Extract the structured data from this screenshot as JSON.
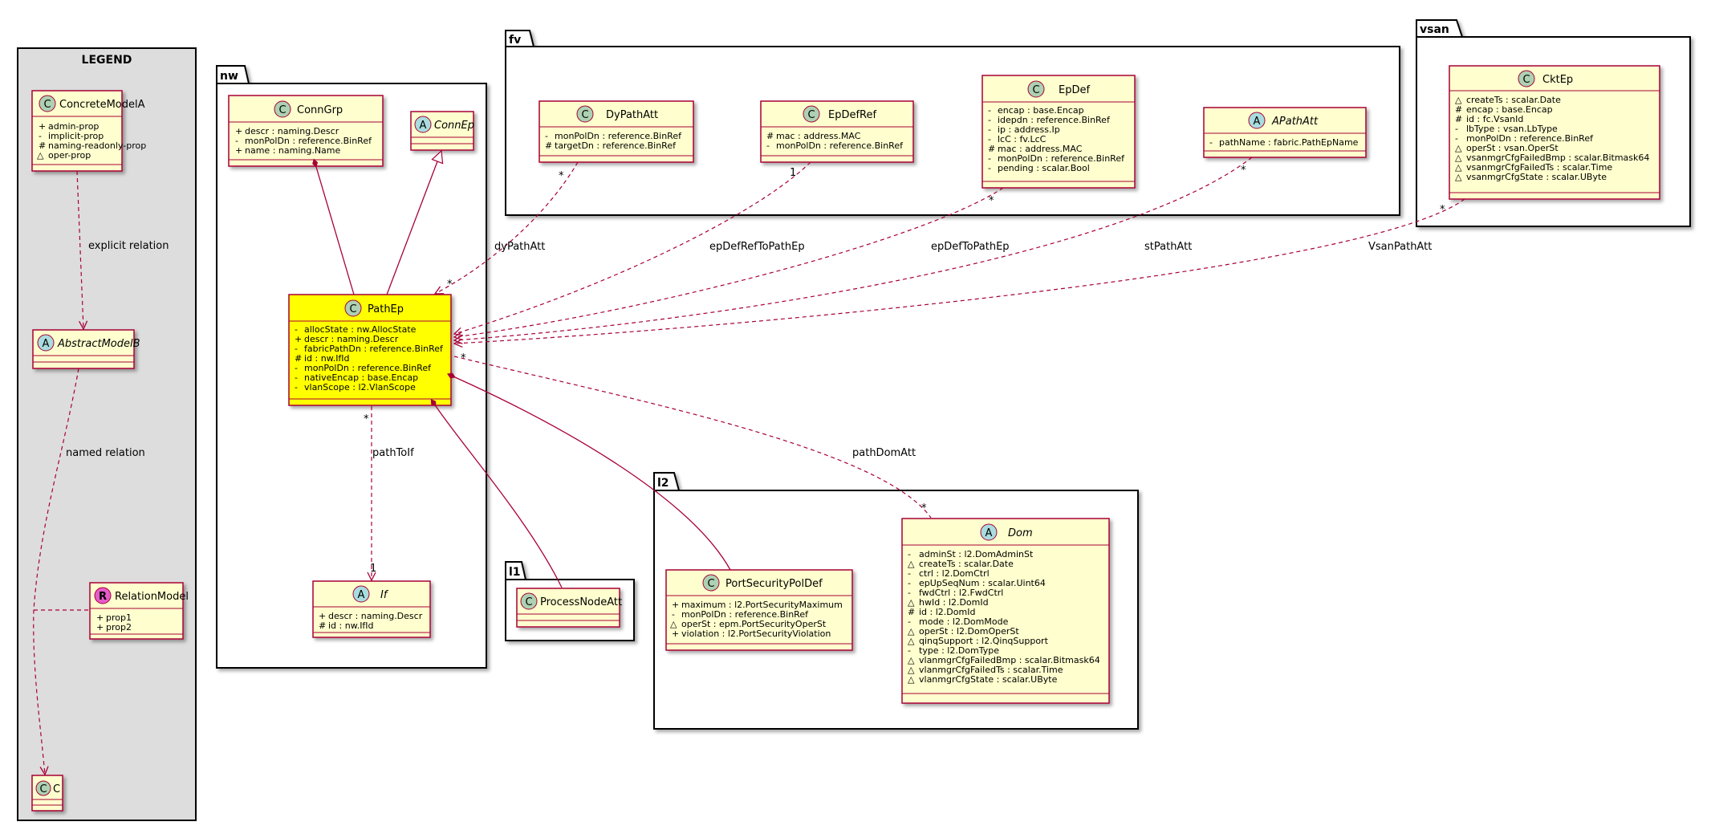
{
  "colors": {
    "border": "#a80036",
    "class_fill": "#fefece",
    "highlight_fill": "#ffff00",
    "legend_fill": "#dddddd",
    "circle_c": "#add1b2",
    "circle_a": "#a9dcdf",
    "circle_r": "#e55bc9"
  },
  "legend": {
    "title": "LEGEND",
    "concrete": {
      "name": "ConcreteModelA",
      "stereo": "C",
      "attrs": [
        "admin-prop",
        "implicit-prop",
        "naming-readonly-prop",
        "oper-prop"
      ],
      "vis": [
        "+",
        "-",
        "#",
        "△"
      ]
    },
    "abstract": {
      "name": "AbstractModelB",
      "stereo": "A"
    },
    "relation_model": {
      "name": "RelationModel",
      "stereo": "R",
      "attrs": [
        "prop1",
        "prop2"
      ],
      "vis": [
        "+",
        "+"
      ]
    },
    "c": {
      "name": "C",
      "stereo": "C"
    },
    "explicit_label": "explicit relation",
    "named_label": "named relation"
  },
  "packages": {
    "nw": "nw",
    "fv": "fv",
    "vsan": "vsan",
    "l1": "l1",
    "l2": "l2"
  },
  "classes": {
    "conngrp": {
      "name": "ConnGrp",
      "stereo": "C",
      "vis": [
        "+",
        "-",
        "+"
      ],
      "attrs": [
        "descr : naming.Descr",
        "monPolDn : reference.BinRef",
        "name : naming.Name"
      ]
    },
    "connep": {
      "name": "ConnEp",
      "stereo": "A"
    },
    "pathep": {
      "name": "PathEp",
      "stereo": "C",
      "vis": [
        "-",
        "+",
        "-",
        "#",
        "-",
        "-",
        "-"
      ],
      "attrs": [
        "allocState : nw.AllocState",
        "descr : naming.Descr",
        "fabricPathDn : reference.BinRef",
        "id : nw.IfId",
        "monPolDn : reference.BinRef",
        "nativeEncap : base.Encap",
        "vlanScope : l2.VlanScope"
      ]
    },
    "if": {
      "name": "If",
      "stereo": "A",
      "vis": [
        "+",
        "#"
      ],
      "attrs": [
        "descr : naming.Descr",
        "id : nw.IfId"
      ]
    },
    "dypathatt": {
      "name": "DyPathAtt",
      "stereo": "C",
      "vis": [
        "-",
        "#"
      ],
      "attrs": [
        "monPolDn : reference.BinRef",
        "targetDn : reference.BinRef"
      ]
    },
    "epdefref": {
      "name": "EpDefRef",
      "stereo": "C",
      "vis": [
        "#",
        "-"
      ],
      "attrs": [
        "mac : address.MAC",
        "monPolDn : reference.BinRef"
      ]
    },
    "epdef": {
      "name": "EpDef",
      "stereo": "C",
      "vis": [
        "-",
        "-",
        "-",
        "-",
        "#",
        "-",
        "-"
      ],
      "attrs": [
        "encap : base.Encap",
        "idepdn : reference.BinRef",
        "ip : address.Ip",
        "lcC : fv.LcC",
        "mac : address.MAC",
        "monPolDn : reference.BinRef",
        "pending : scalar.Bool"
      ]
    },
    "apathatt": {
      "name": "APathAtt",
      "stereo": "A",
      "vis": [
        "-"
      ],
      "attrs": [
        "pathName : fabric.PathEpName"
      ]
    },
    "cktep": {
      "name": "CktEp",
      "stereo": "C",
      "vis": [
        "△",
        "#",
        "#",
        "-",
        "-",
        "△",
        "△",
        "△",
        "△"
      ],
      "attrs": [
        "createTs : scalar.Date",
        "encap : base.Encap",
        "id : fc.VsanId",
        "lbType : vsan.LbType",
        "monPolDn : reference.BinRef",
        "operSt : vsan.OperSt",
        "vsanmgrCfgFailedBmp : scalar.Bitmask64",
        "vsanmgrCfgFailedTs : scalar.Time",
        "vsanmgrCfgState : scalar.UByte"
      ]
    },
    "processnodeatt": {
      "name": "ProcessNodeAtt",
      "stereo": "C"
    },
    "portsecuritypoldef": {
      "name": "PortSecurityPolDef",
      "stereo": "C",
      "vis": [
        "+",
        "-",
        "△",
        "+"
      ],
      "attrs": [
        "maximum : l2.PortSecurityMaximum",
        "monPolDn : reference.BinRef",
        "operSt : epm.PortSecurityOperSt",
        "violation : l2.PortSecurityViolation"
      ]
    },
    "dom": {
      "name": "Dom",
      "stereo": "A",
      "vis": [
        "-",
        "△",
        "-",
        "-",
        "-",
        "△",
        "#",
        "-",
        "△",
        "△",
        "-",
        "△",
        "△",
        "△"
      ],
      "attrs": [
        "adminSt : l2.DomAdminSt",
        "createTs : scalar.Date",
        "ctrl : l2.DomCtrl",
        "epUpSeqNum : scalar.Uint64",
        "fwdCtrl : l2.FwdCtrl",
        "hwId : l2.DomId",
        "id : l2.DomId",
        "mode : l2.DomMode",
        "operSt : l2.DomOperSt",
        "qinqSupport : l2.QinqSupport",
        "type : l2.DomType",
        "vlanmgrCfgFailedBmp : scalar.Bitmask64",
        "vlanmgrCfgFailedTs : scalar.Time",
        "vlanmgrCfgState : scalar.UByte"
      ]
    }
  },
  "relations": {
    "dyPathAtt": "dyPathAtt",
    "epDefRefToPathEp": "epDefRefToPathEp",
    "epDefToPathEp": "epDefToPathEp",
    "stPathAtt": "stPathAtt",
    "VsanPathAtt": "VsanPathAtt",
    "pathToIf": "pathToIf",
    "pathDomAtt": "pathDomAtt"
  },
  "multiplicity": {
    "many": "*",
    "one": "1"
  }
}
